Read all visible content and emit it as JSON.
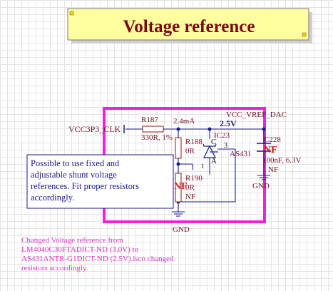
{
  "title_block": {
    "title": "Voltage reference",
    "fill_color": "#ffffa0",
    "text_color": "#7a0a14"
  },
  "net_labels": {
    "input_net": "VCC3P3_CLK",
    "output_net": "VCC_VREF_DAC",
    "ground_top": "GND",
    "ground_bottom": "GND",
    "current": "2.4mA",
    "voltage": "2.5V"
  },
  "components": {
    "r187": {
      "ref": "R187",
      "value": "330R, 1%"
    },
    "r188": {
      "ref": "R188",
      "value": "0R"
    },
    "r190": {
      "ref": "R190",
      "value1": "0R",
      "value2": "NF",
      "nf_marker": "NF"
    },
    "ic23": {
      "ref": "IC23",
      "part": "AS431",
      "pin_c": "C",
      "pin_a": "A",
      "pin_3": "3",
      "pin_1": "1"
    },
    "c228": {
      "ref": "C228",
      "value": "100nF, 6.3V",
      "nf": "NF",
      "nf_marker": "NF"
    }
  },
  "note_box": {
    "text_lines": [
      "Possible to use fixed and",
      "adjustable shunt voltage",
      "references. Fit proper resistors",
      "accordingly."
    ]
  },
  "change_note": {
    "lines": [
      "Changed Voltage reference from",
      "LM4040C30FTADICT-ND (3.0V) to",
      "AS431ANTR-G1DICT-ND (2.5V).lsco changed",
      "resistors accordingly."
    ]
  },
  "colors": {
    "highlight": "#ee22dd",
    "wire": "#1a1a8c",
    "component": "#8b1a1a",
    "nf_marker": "#e01010",
    "annotation": "#e030c8"
  }
}
